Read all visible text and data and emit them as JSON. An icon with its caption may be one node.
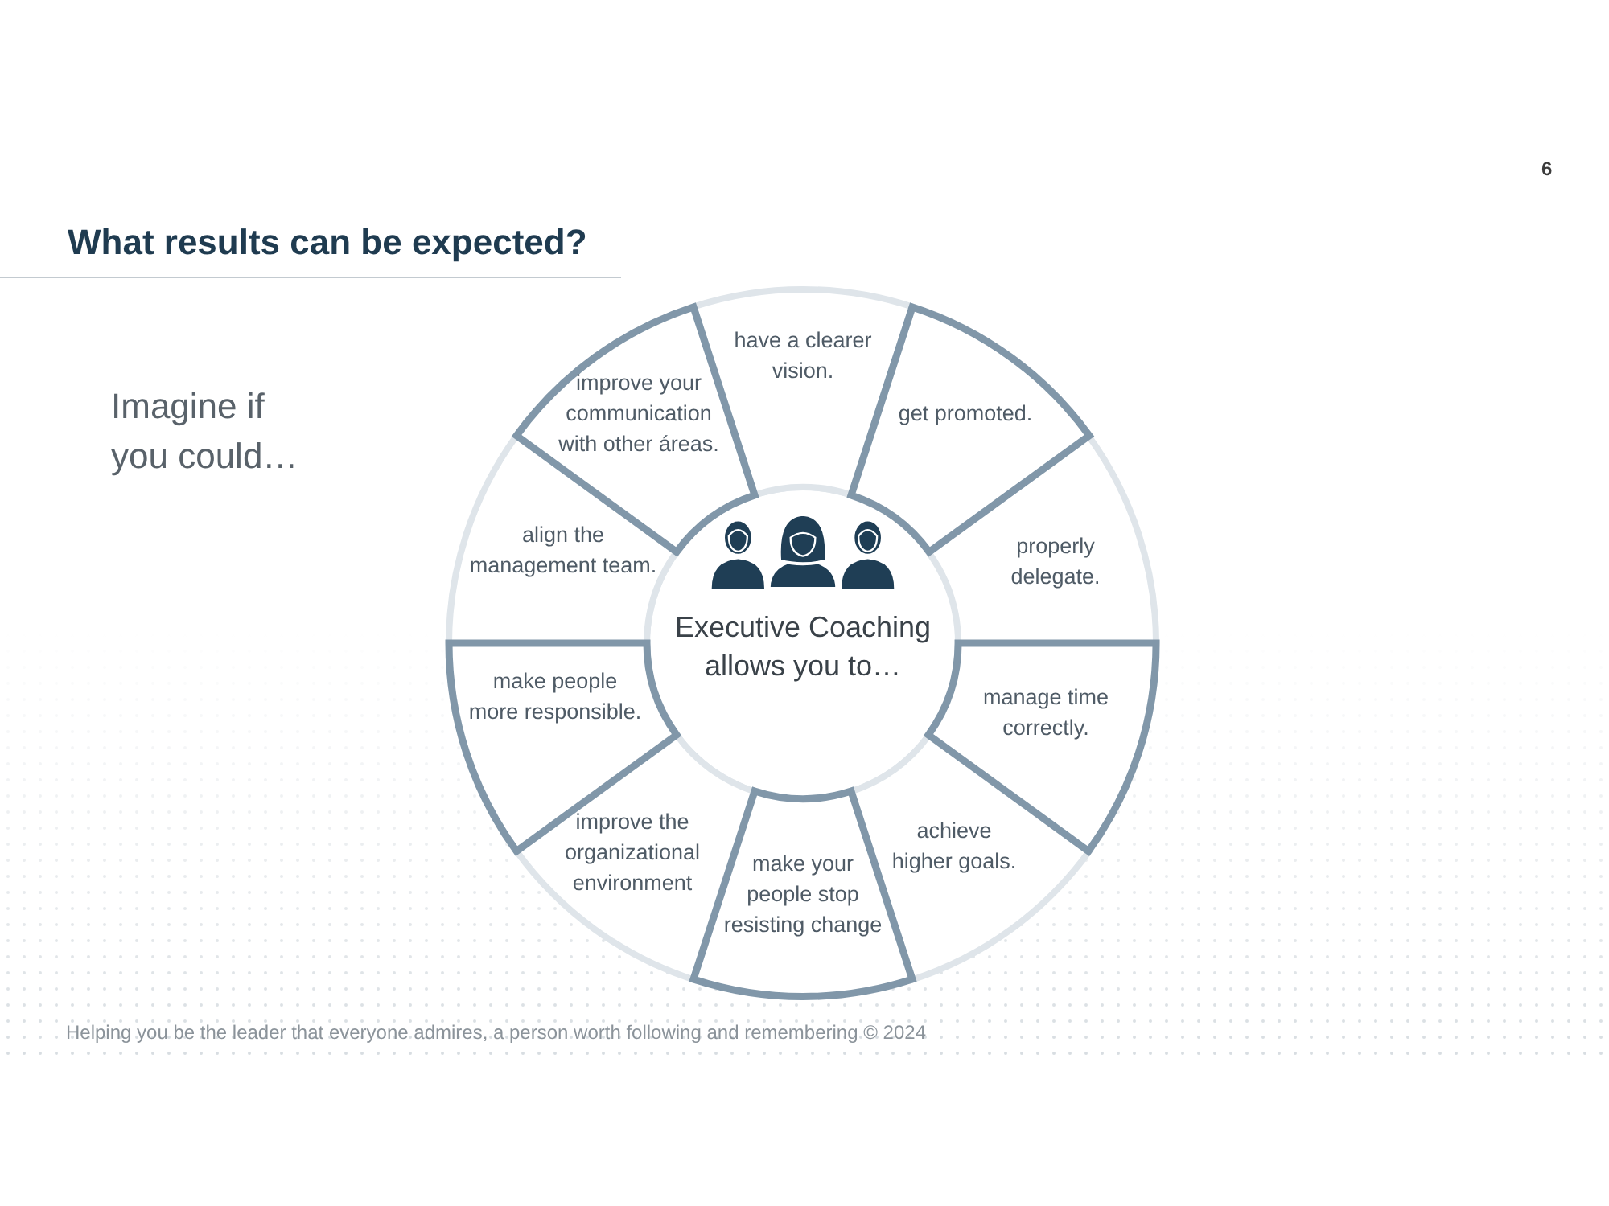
{
  "diagram": {
    "title": "What results can be expected?",
    "nodes": [
      {
        "text": [
          "Executive Coaching allows you to…"
        ]
      },
      {
        "text": [
          "have a clearer vision."
        ]
      },
      {
        "text": [
          "get promoted."
        ]
      },
      {
        "text": [
          "properly delegate."
        ]
      },
      {
        "text": [
          "manage time correctly."
        ]
      },
      {
        "text": [
          "achieve higher goals."
        ]
      },
      {
        "text": [
          "make your people stop resisting change"
        ]
      },
      {
        "text": [
          "improve the organizational environment"
        ]
      },
      {
        "text": [
          "make people more responsible."
        ]
      },
      {
        "text": [
          "align the management team."
        ]
      },
      {
        "text": [
          "improve your communication with other áreas."
        ]
      }
    ],
    "labels": [
      "6",
      "Imagine if you could…",
      "Helping you be the leader that everyone admires, a person worth following and remembering © 2024"
    ]
  }
}
